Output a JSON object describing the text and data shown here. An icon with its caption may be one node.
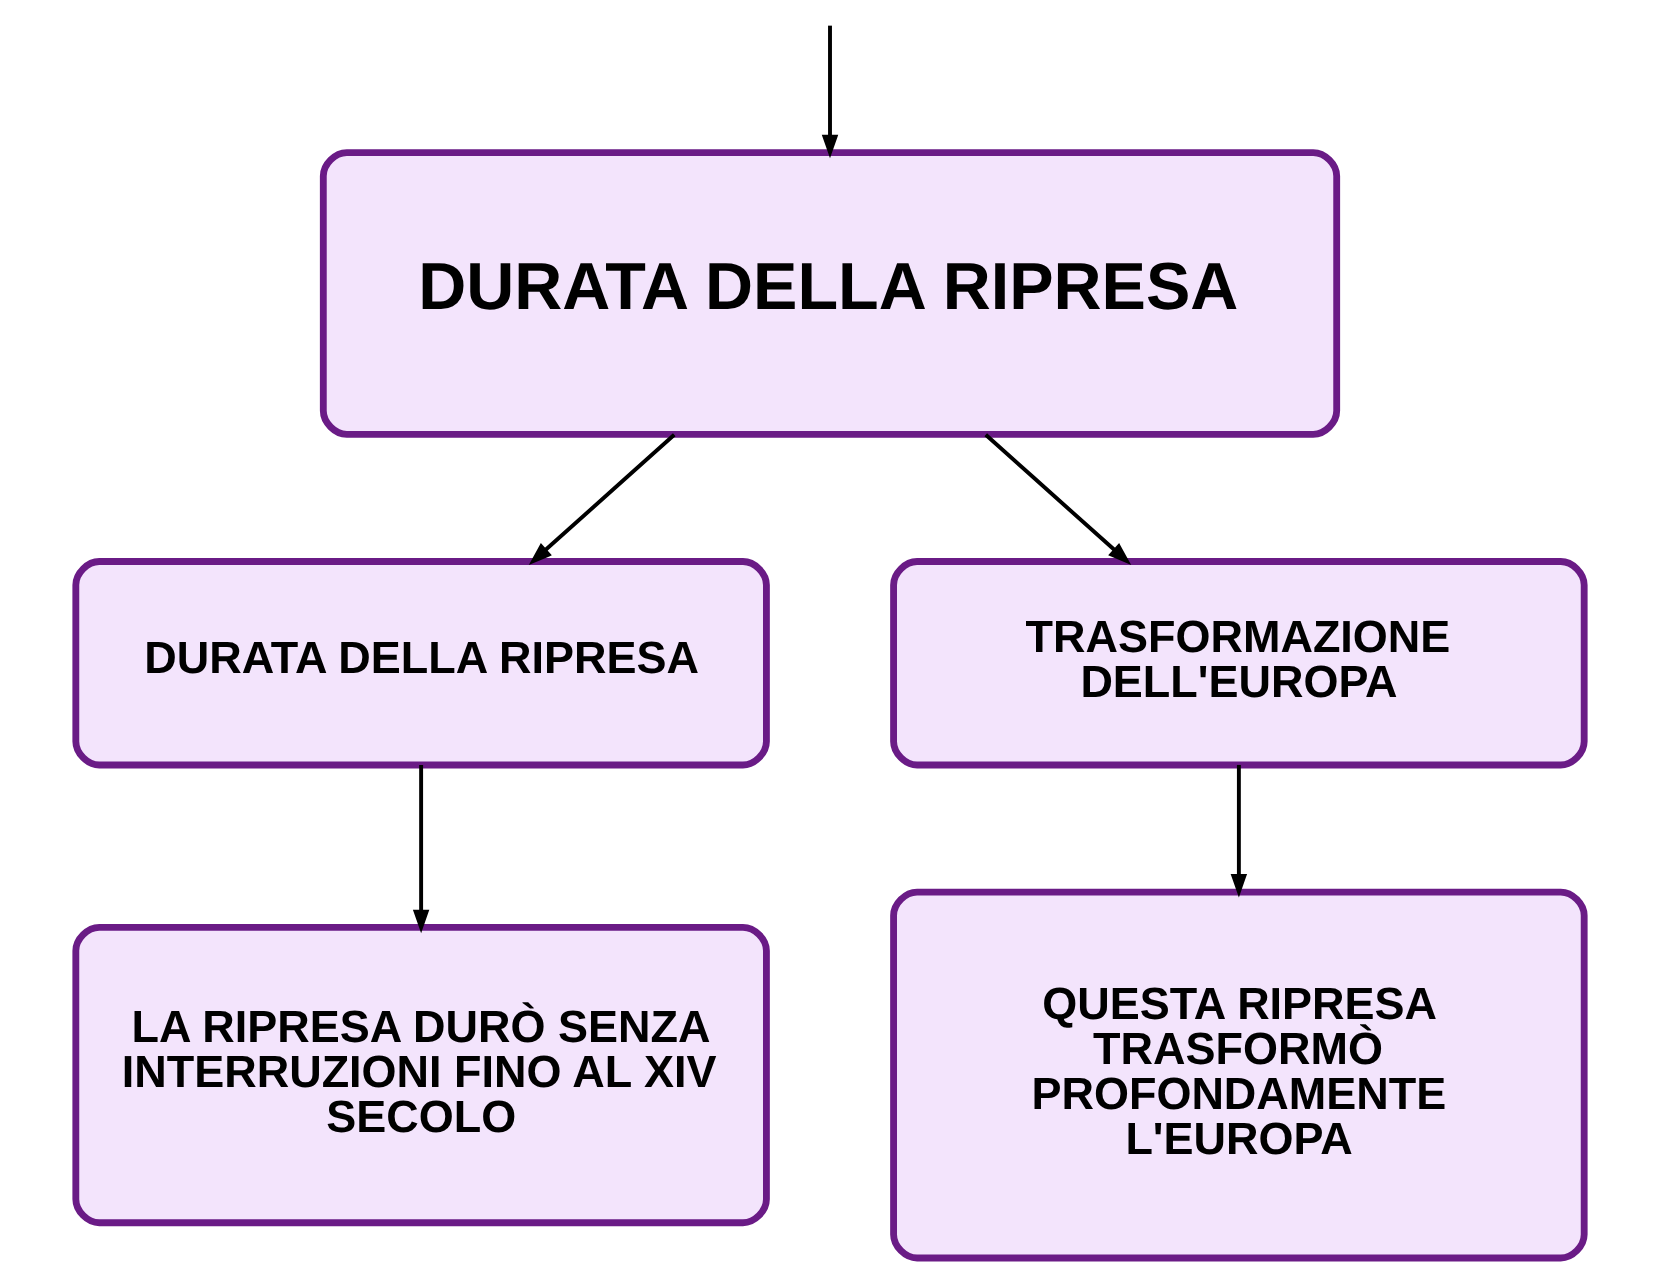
{
  "diagram": {
    "nodes": [
      {
        "text": [
          "DURATA DELLA RIPRESA"
        ]
      },
      {
        "text": [
          "DURATA DELLA RIPRESA"
        ]
      },
      {
        "text": [
          "TRASFORMAZIONE DELL'EUROPA"
        ]
      },
      {
        "text": [
          "LA RIPRESA DURÒ SENZA INTERRUZIONI FINO AL XIV SECOLO"
        ]
      },
      {
        "text": [
          "QUESTA RIPRESA TRASFORMÒ PROFONDAMENTE L'EUROPA"
        ]
      }
    ],
    "edges": [
      {
        "from": null,
        "to": 0,
        "arrow": "to"
      },
      {
        "from": 0,
        "to": 1,
        "arrow": "to"
      },
      {
        "from": 0,
        "to": 2,
        "arrow": "to"
      },
      {
        "from": 1,
        "to": 3,
        "arrow": "to"
      },
      {
        "from": 2,
        "to": 4,
        "arrow": "to"
      }
    ]
  }
}
